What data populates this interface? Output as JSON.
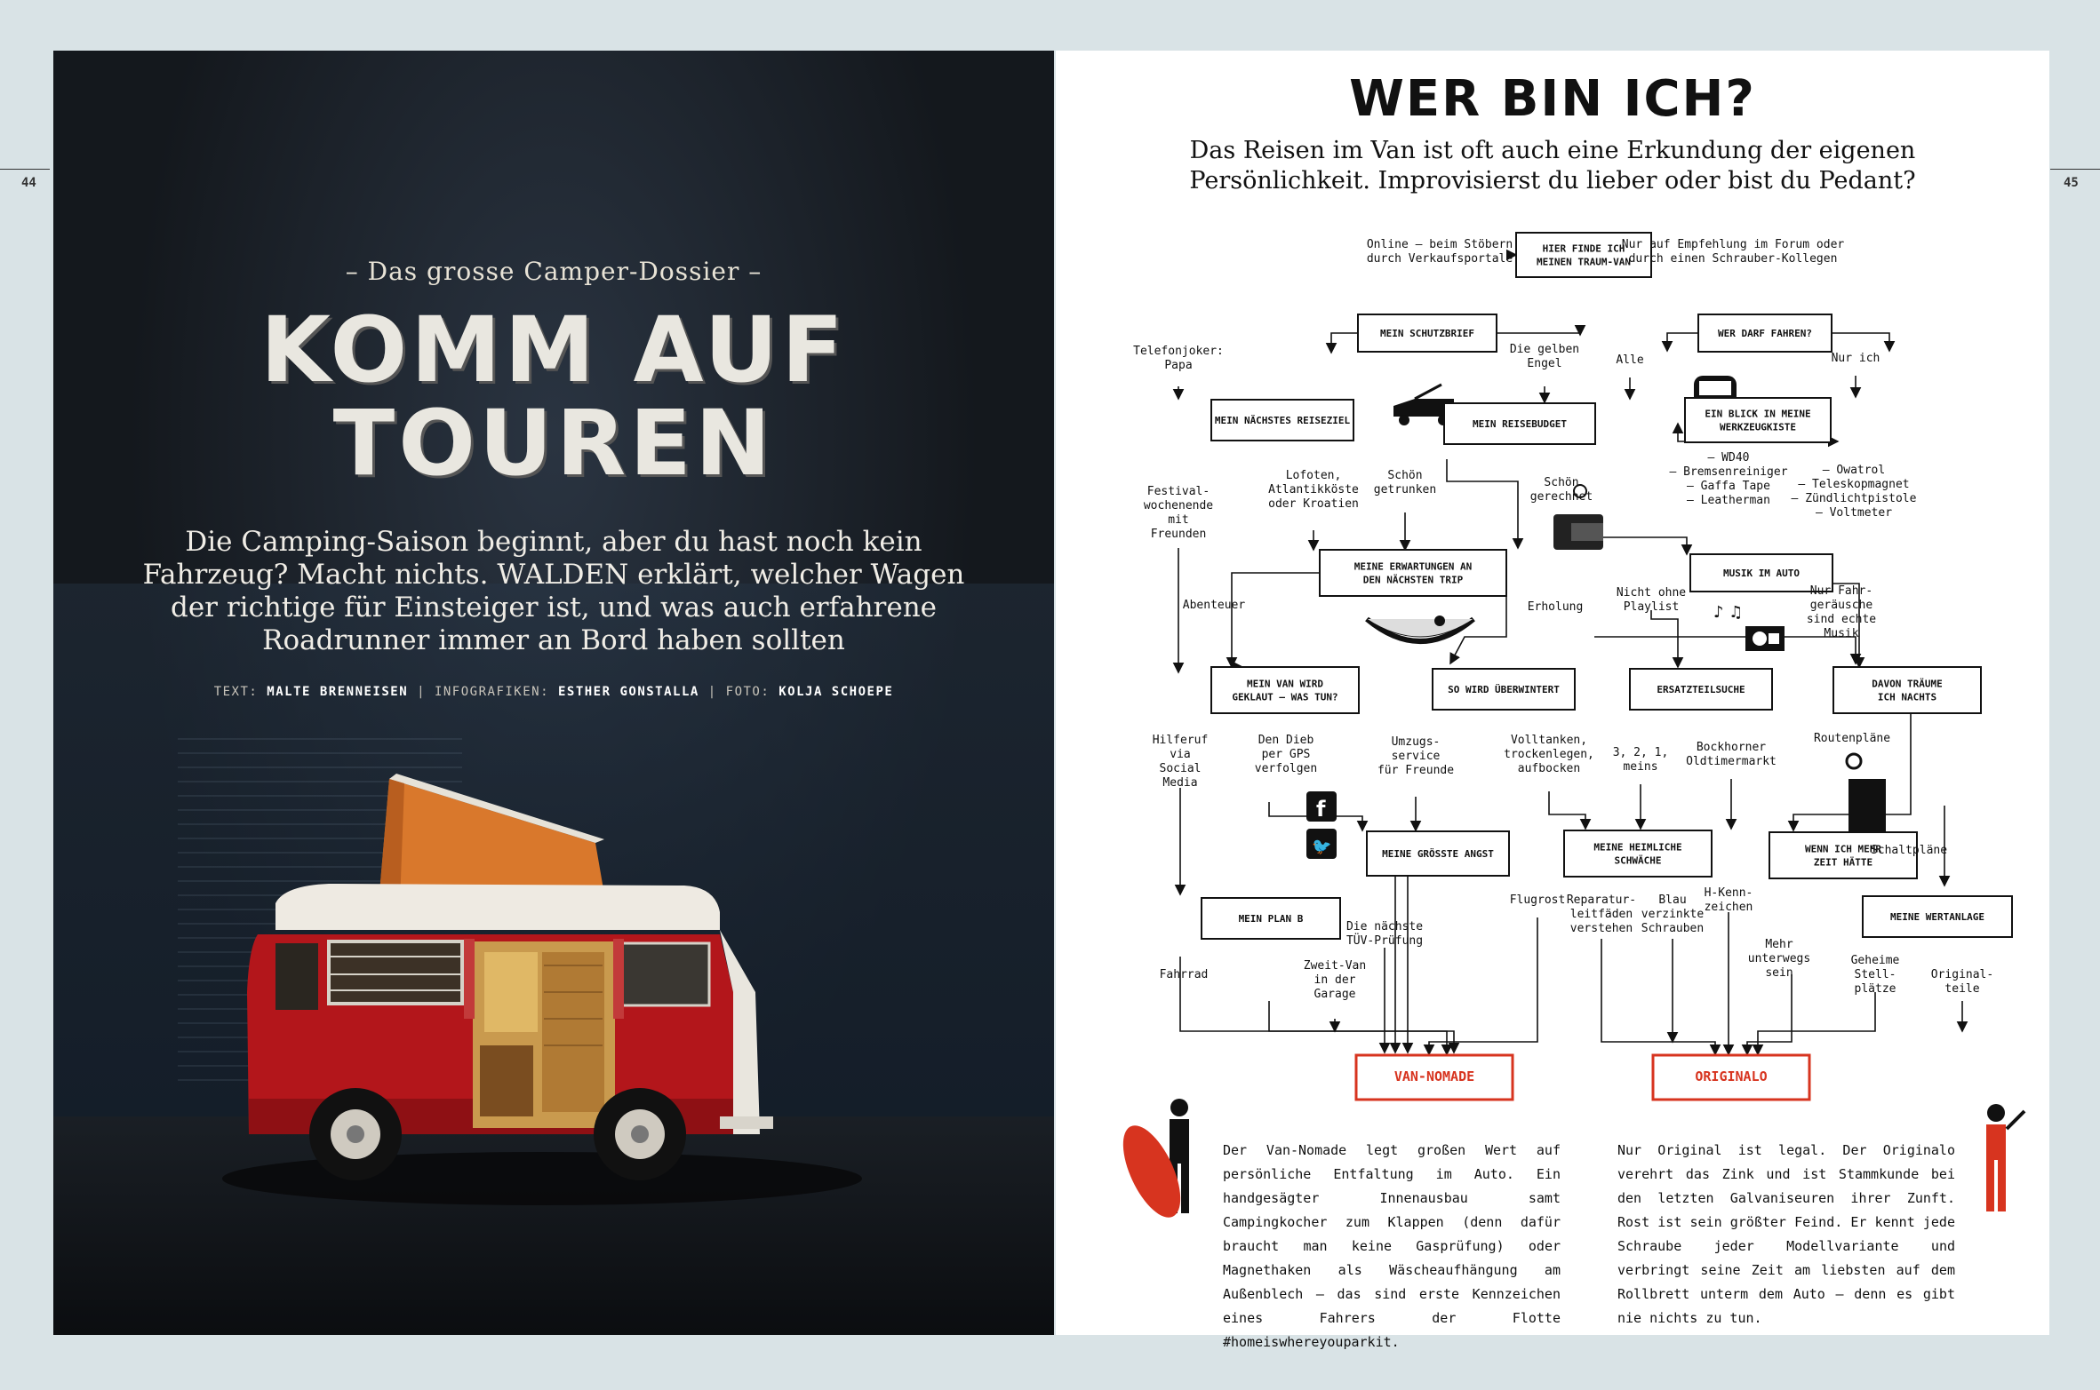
{
  "page_numbers": {
    "left": "44",
    "right": "45"
  },
  "left_page": {
    "kicker": "– Das grosse Camper-Dossier –",
    "headline_line1": "KOMM AUF",
    "headline_line2": "TOUREN",
    "intro": "Die Camping-Saison beginnt, aber du hast noch kein Fahrzeug? Macht nichts. WALDEN erklärt, welcher Wagen der richtige für Einsteiger ist, und was auch erfahrene Roadrunner immer an Bord haben sollten",
    "credits": {
      "text_label": "TEXT:",
      "text_name": "MALTE BRENNEISEN",
      "info_label": "INFOGRAFIKEN:",
      "info_name": "ESTHER GONSTALLA",
      "foto_label": "FOTO:",
      "foto_name": "KOLJA SCHOEPE",
      "sep": "|"
    }
  },
  "right_page": {
    "title": "WER BIN ICH?",
    "intro": "Das Reisen im Van ist oft auch eine Erkundung der eigenen Persönlichkeit. Improvisierst du lieber oder bist du Pedant?",
    "colors": {
      "accent": "#d7341f",
      "ink": "#111111"
    },
    "flowchart": {
      "boxes": [
        {
          "id": "start",
          "lines": [
            "HIER FINDE ICH",
            "MEINEN TRAUM-VAN"
          ]
        },
        {
          "id": "schutzbrief",
          "lines": [
            "MEIN SCHUTZBRIEF"
          ]
        },
        {
          "id": "wer_darf",
          "lines": [
            "WER DARF FAHREN?"
          ]
        },
        {
          "id": "reiseziel",
          "lines": [
            "MEIN NÄCHSTES REISEZIEL"
          ]
        },
        {
          "id": "reisebudget",
          "lines": [
            "MEIN REISEBUDGET"
          ]
        },
        {
          "id": "werkzeugkiste",
          "lines": [
            "EIN BLICK IN MEINE",
            "WERKZEUGKISTE"
          ]
        },
        {
          "id": "erwartungen",
          "lines": [
            "MEINE ERWARTUNGEN AN",
            "DEN NÄCHSTEN TRIP"
          ]
        },
        {
          "id": "musik",
          "lines": [
            "MUSIK IM AUTO"
          ]
        },
        {
          "id": "geklaut",
          "lines": [
            "MEIN VAN WIRD",
            "GEKLAUT – WAS TUN?"
          ]
        },
        {
          "id": "ueberwintert",
          "lines": [
            "SO WIRD ÜBERWINTERT"
          ]
        },
        {
          "id": "ersatzteil",
          "lines": [
            "ERSATZTEILSUCHE"
          ]
        },
        {
          "id": "traeume",
          "lines": [
            "DAVON TRÄUME",
            "ICH NACHTS"
          ]
        },
        {
          "id": "angst",
          "lines": [
            "MEINE GRÖSSTE ANGST"
          ]
        },
        {
          "id": "schwaeche",
          "lines": [
            "MEINE HEIMLICHE",
            "SCHWÄCHE"
          ]
        },
        {
          "id": "mehrzeit",
          "lines": [
            "WENN ICH MEHR",
            "ZEIT HÄTTE"
          ]
        },
        {
          "id": "planb",
          "lines": [
            "MEIN PLAN B"
          ]
        },
        {
          "id": "wertanlage",
          "lines": [
            "MEINE WERTANLAGE"
          ]
        },
        {
          "id": "vannomade",
          "lines": [
            "VAN-NOMADE"
          ],
          "accent": true
        },
        {
          "id": "originalo",
          "lines": [
            "ORIGINALO"
          ],
          "accent": true
        }
      ],
      "labels": [
        {
          "id": "online",
          "lines": [
            "Online – beim Stöbern",
            "durch Verkaufsportale"
          ]
        },
        {
          "id": "forum",
          "lines": [
            "Nur auf Empfehlung im Forum oder",
            "durch einen Schrauber-Kollegen"
          ]
        },
        {
          "id": "papa",
          "lines": [
            "Telefonjoker:",
            "Papa"
          ]
        },
        {
          "id": "engel",
          "lines": [
            "Die gelben",
            "Engel"
          ]
        },
        {
          "id": "alle",
          "lines": [
            "Alle"
          ]
        },
        {
          "id": "nurich",
          "lines": [
            "Nur ich"
          ]
        },
        {
          "id": "festival",
          "lines": [
            "Festival-",
            "wochenende",
            "mit",
            "Freunden"
          ]
        },
        {
          "id": "lofoten",
          "lines": [
            "Lofoten,",
            "Atlantikköste",
            "oder Kroatien"
          ]
        },
        {
          "id": "schoen_getrunken",
          "lines": [
            "Schön",
            "getrunken"
          ]
        },
        {
          "id": "schoen_gerechnet",
          "lines": [
            "Schön",
            "gerechnet"
          ]
        },
        {
          "id": "wd40",
          "lines": [
            "– WD40",
            "– Bremsenreiniger",
            "– Gaffa Tape",
            "– Leatherman"
          ]
        },
        {
          "id": "owatrol",
          "lines": [
            "– Owatrol",
            "– Teleskopmagnet",
            "– Zündlichtpistole",
            "– Voltmeter"
          ]
        },
        {
          "id": "abenteuer",
          "lines": [
            "Abenteuer"
          ]
        },
        {
          "id": "erholung",
          "lines": [
            "Erholung"
          ]
        },
        {
          "id": "playlist",
          "lines": [
            "Nicht ohne",
            "Playlist"
          ]
        },
        {
          "id": "fahrgeraeusche",
          "lines": [
            "Nur Fahr-",
            "geräusche",
            "sind echte",
            "Musik"
          ]
        },
        {
          "id": "hilferuf",
          "lines": [
            "Hilferuf",
            "via",
            "Social",
            "Media"
          ]
        },
        {
          "id": "dieb",
          "lines": [
            "Den Dieb",
            "per GPS",
            "verfolgen"
          ]
        },
        {
          "id": "umzug",
          "lines": [
            "Umzugs-",
            "service",
            "für Freunde"
          ]
        },
        {
          "id": "volltanken",
          "lines": [
            "Volltanken,",
            "trockenlegen,",
            "aufbocken"
          ]
        },
        {
          "id": "meins",
          "lines": [
            "3, 2, 1,",
            "meins"
          ]
        },
        {
          "id": "bockhorner",
          "lines": [
            "Bockhorner",
            "Oldtimermarkt"
          ]
        },
        {
          "id": "routenplaene",
          "lines": [
            "Routenpläne"
          ]
        },
        {
          "id": "schaltplaene",
          "lines": [
            "Schaltpläne"
          ]
        },
        {
          "id": "flugrost",
          "lines": [
            "Flugrost"
          ]
        },
        {
          "id": "reparatur",
          "lines": [
            "Reparatur-",
            "leitfäden",
            "verstehen"
          ]
        },
        {
          "id": "blau",
          "lines": [
            "Blau",
            "verzinkte",
            "Schrauben"
          ]
        },
        {
          "id": "hkenn",
          "lines": [
            "H-Kenn-",
            "zeichen"
          ]
        },
        {
          "id": "tuev",
          "lines": [
            "Die nächste",
            "TÜV-Prüfung"
          ]
        },
        {
          "id": "fahrrad",
          "lines": [
            "Fahrrad"
          ]
        },
        {
          "id": "zweitvan",
          "lines": [
            "Zweit-Van",
            "in der",
            "Garage"
          ]
        },
        {
          "id": "unterwegs",
          "lines": [
            "Mehr",
            "unterwegs",
            "sein"
          ]
        },
        {
          "id": "geheime",
          "lines": [
            "Geheime",
            "Stell-",
            "plätze"
          ]
        },
        {
          "id": "originalteile",
          "lines": [
            "Original-",
            "teile"
          ]
        }
      ]
    },
    "column_left": "Der Van-Nomade legt großen Wert auf persönliche Entfaltung im Auto. Ein handgesägter Innenausbau samt Campingkocher zum Klappen (denn dafür braucht man keine Gasprüfung) oder Magnethaken als Wäscheaufhängung am Außenblech – das sind erste Kennzeichen eines Fahrers der Flotte #homeiswhereyouparkit.",
    "column_right": "Nur Original ist legal. Der Originalo verehrt das Zink und ist Stammkunde bei den letzten Galvaniseuren ihrer Zunft. Rost ist sein größter Feind. Er kennt jede Schraube jeder Modellvariante und verbringt seine Zeit am liebsten auf dem Rollbrett unterm dem Auto – denn es gibt nie nichts zu tun."
  }
}
